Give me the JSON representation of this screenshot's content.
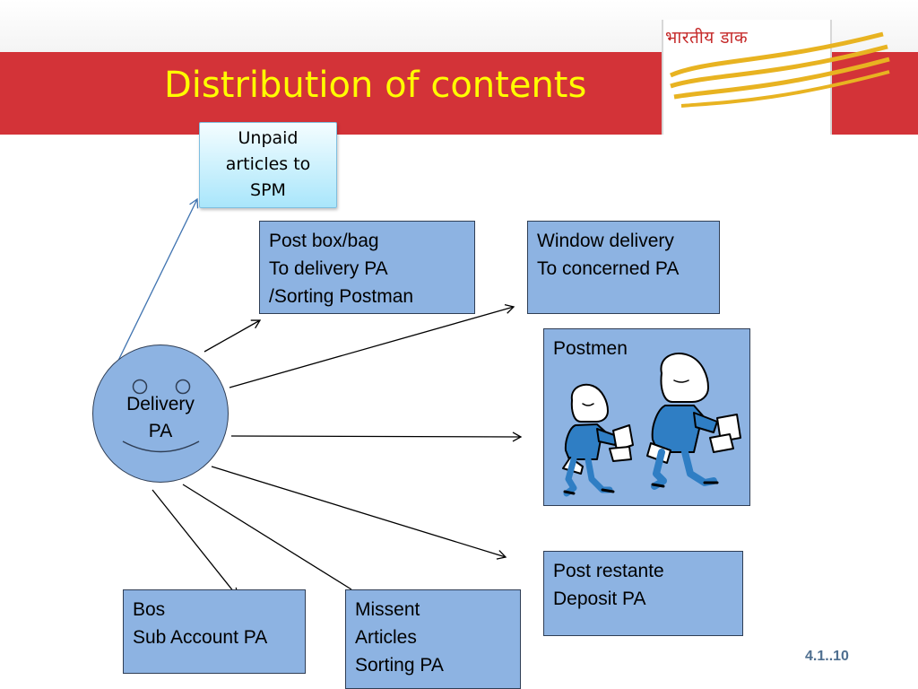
{
  "header": {
    "title": "Distribution of contents",
    "logo_text": "भारतीय डाक"
  },
  "nodes": {
    "spm": {
      "lines": [
        "Unpaid",
        "articles to",
        "SPM"
      ]
    },
    "delivery_pa": {
      "lines": [
        "Delivery",
        "PA"
      ]
    },
    "post_box": {
      "lines": [
        "Post box/bag",
        "To delivery PA",
        "/Sorting Postman"
      ]
    },
    "window_delivery": {
      "lines": [
        "Window delivery",
        "To concerned PA"
      ]
    },
    "postmen": {
      "label": "Postmen"
    },
    "post_restante": {
      "lines": [
        "Post restante",
        "Deposit PA"
      ]
    },
    "bos": {
      "lines": [
        "Bos",
        "Sub Account PA"
      ]
    },
    "missent": {
      "lines": [
        "Missent",
        "Articles",
        "Sorting PA"
      ]
    }
  },
  "footer": {
    "slide_number": "4.1..10"
  },
  "colors": {
    "banner": "#d33338",
    "title": "#ffff00",
    "box": "#8db3e2",
    "spm_box": "#a9e6fb"
  }
}
